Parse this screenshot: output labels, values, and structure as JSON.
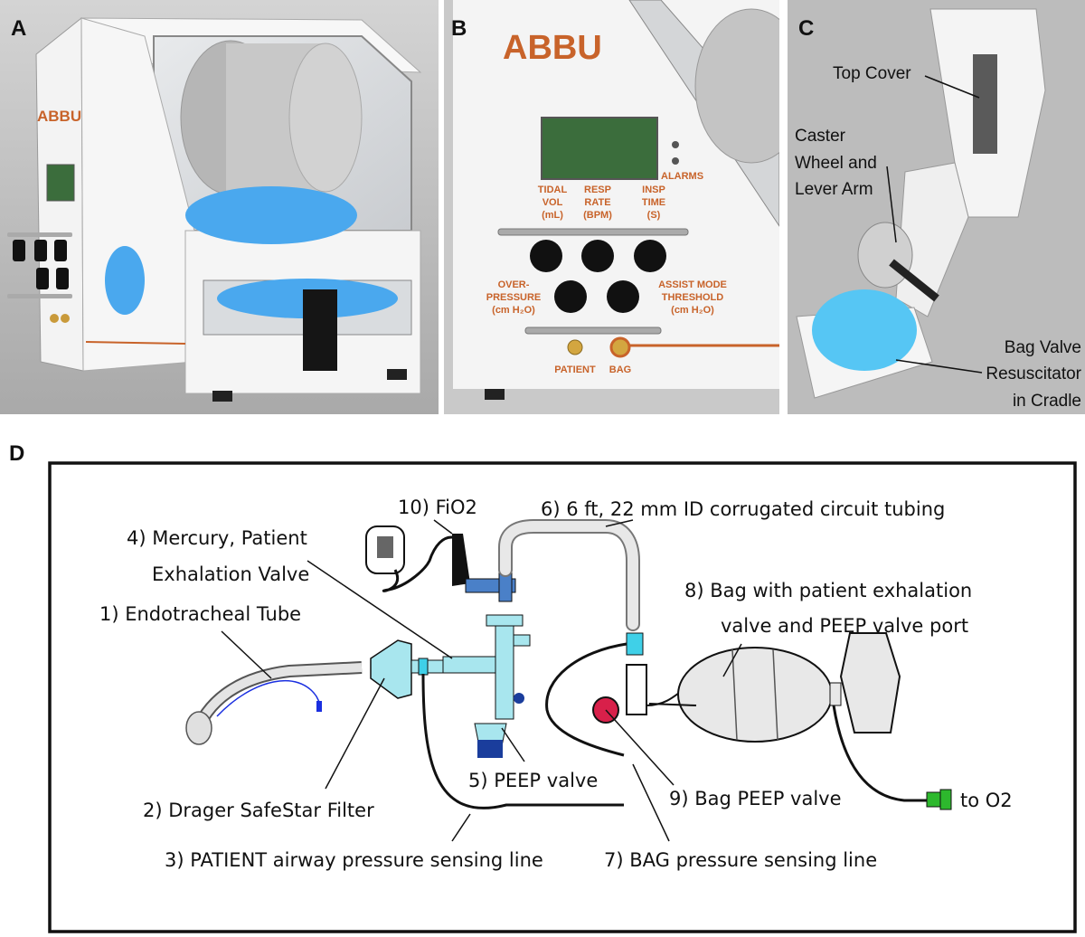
{
  "panel_labels": {
    "a": "A",
    "b": "B",
    "c": "C",
    "d": "D"
  },
  "panel_a": {
    "logo": "ABBU"
  },
  "panel_b": {
    "logo": "ABBU",
    "alarms": "ALARMS",
    "tidal_1": "TIDAL",
    "tidal_2": "VOL",
    "tidal_3": "(mL)",
    "resp_1": "RESP",
    "resp_2": "RATE",
    "resp_3": "(BPM)",
    "insp_1": "INSP",
    "insp_2": "TIME",
    "insp_3": "(S)",
    "over_1": "OVER-",
    "over_2": "PRESSURE",
    "over_3": "(cm H₂O)",
    "assist_1": "ASSIST MODE",
    "assist_2": "THRESHOLD",
    "assist_3": "(cm H₂O)",
    "patient": "PATIENT",
    "bag": "BAG"
  },
  "panel_c": {
    "top_cover": "Top Cover",
    "caster_1": "Caster",
    "caster_2": "Wheel and",
    "caster_3": "Lever Arm",
    "bag_1": "Bag Valve",
    "bag_2": "Resuscitator",
    "bag_3": "in Cradle"
  },
  "panel_d": {
    "l1": "1) Endotracheal Tube",
    "l2": "2) Drager SafeStar Filter",
    "l3": "3) PATIENT airway pressure sensing line",
    "l4a": "4) Mercury, Patient",
    "l4b": "Exhalation Valve",
    "l5": "5) PEEP valve",
    "l6": "6) 6 ft, 22 mm ID corrugated circuit tubing",
    "l7": "7) BAG pressure sensing line",
    "l8a": "8) Bag with patient exhalation",
    "l8b": "valve and PEEP valve port",
    "l9": "9) Bag PEEP valve",
    "l10": "10) FiO2",
    "to_o2": "to O2"
  },
  "colors": {
    "orange": "#c8632a",
    "blue": "#4aa8ee",
    "light_blue": "#a8e6ee",
    "green": "#2db82d",
    "red": "#d8204a",
    "knob": "#111111"
  }
}
